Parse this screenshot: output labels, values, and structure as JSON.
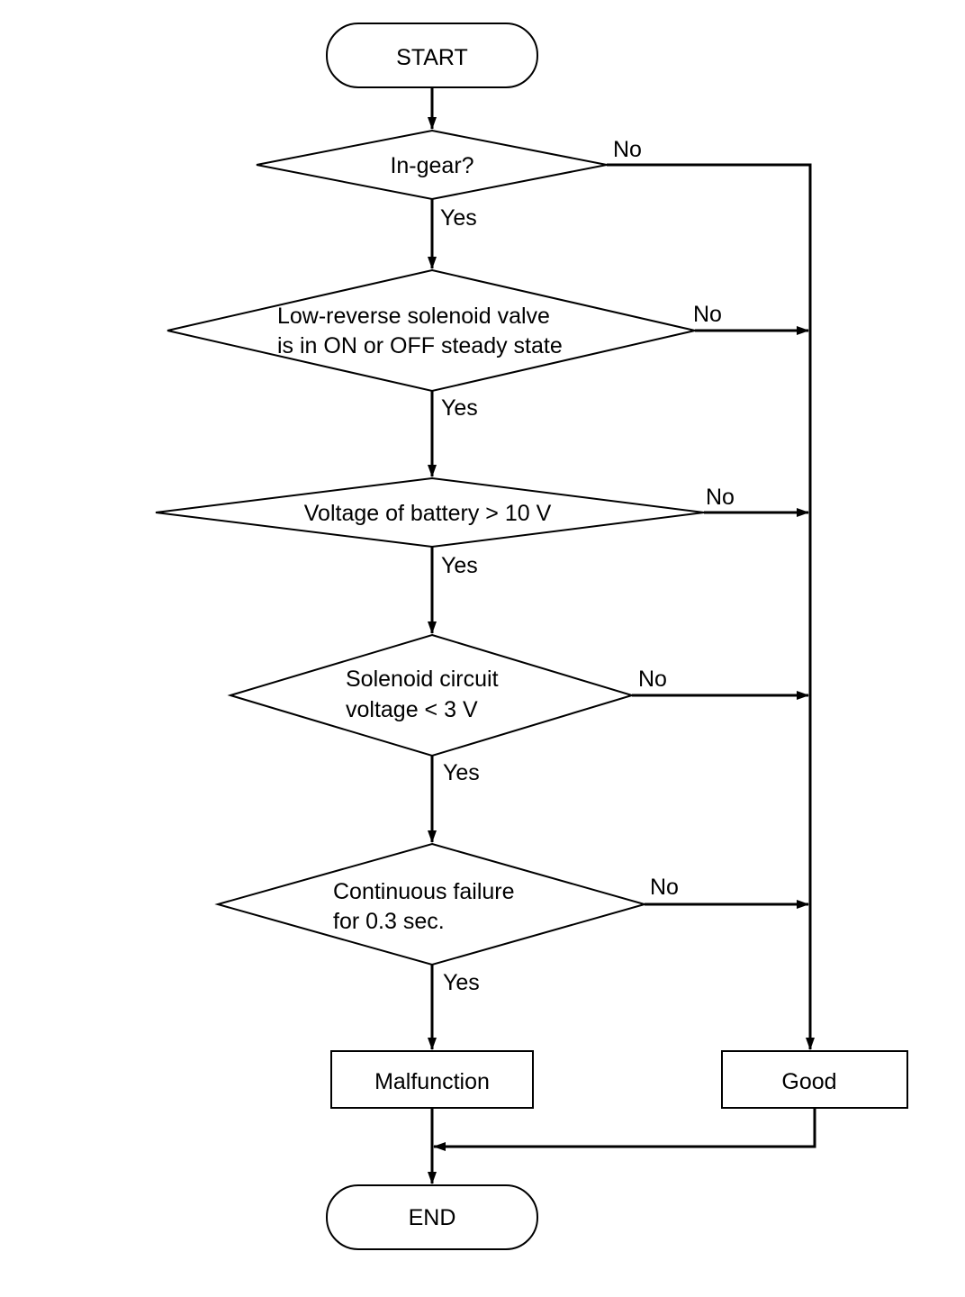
{
  "flowchart": {
    "start": "START",
    "end": "END",
    "yes": "Yes",
    "no": "No",
    "decisions": [
      {
        "lines": [
          "In-gear?"
        ]
      },
      {
        "lines": [
          "Low-reverse solenoid valve",
          "is in ON or OFF steady state"
        ]
      },
      {
        "lines": [
          "Voltage of battery > 10 V"
        ]
      },
      {
        "lines": [
          "Solenoid circuit",
          "voltage < 3 V"
        ]
      },
      {
        "lines": [
          "Continuous failure",
          "for 0.3 sec."
        ]
      }
    ],
    "results": {
      "malfunction": "Malfunction",
      "good": "Good"
    }
  }
}
